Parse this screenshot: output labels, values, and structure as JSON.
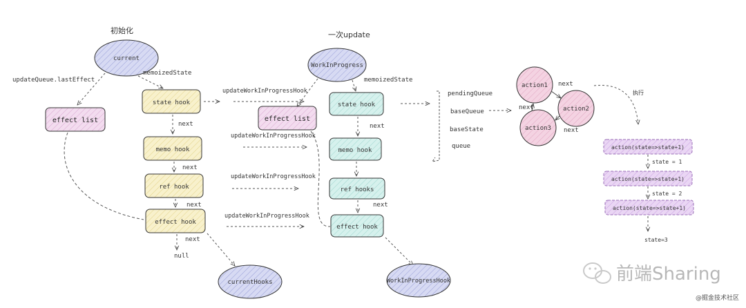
{
  "titles": {
    "init": "初始化",
    "update": "一次update"
  },
  "init": {
    "current": "current",
    "memoized_state": "memoizedState",
    "update_queue": "updateQueue.lastEffect",
    "effect_list": "effect list",
    "hooks": [
      "state hook",
      "memo hook",
      "ref hook",
      "effect hook"
    ],
    "next_labels": [
      "next",
      "next",
      "next",
      "next"
    ],
    "null_label": "null",
    "current_hooks": "currentHooks"
  },
  "update": {
    "wip": "WorkInProgress",
    "memoized_state": "memoizedState",
    "effect_list": "effect list",
    "hooks": [
      "state hook",
      "memo hook",
      "ref hooks",
      "effect hook"
    ],
    "next_labels": [
      "next",
      "next"
    ],
    "update_wip_hook": [
      "updateWorkInProgressHook",
      "updateWorkInProgressHook",
      "updateWorkInProgressHook",
      "updateWorkInProgressHook"
    ],
    "wip_hooks": "WorkInProgressHook"
  },
  "queue": {
    "fields": [
      "pendingQueue",
      "baseQueue",
      "baseState",
      "queue"
    ]
  },
  "actions": {
    "nodes": [
      "action1",
      "action2",
      "action3"
    ],
    "next_labels": [
      "next",
      "next",
      "next"
    ],
    "execute_label": "执行",
    "steps": [
      "action(state=>state+1)",
      "action(state=>state+1)",
      "action(state=>state+1)"
    ],
    "state_labels": [
      "state = 1",
      "state = 2"
    ],
    "final_state": "state=3"
  },
  "watermark": {
    "brand": "前端Sharing",
    "community": "@掘金技术社区"
  },
  "colors": {
    "ellipse_blue": "#c9cdee",
    "effect_pink": "#f0d4ec",
    "hook_yellow": "#f7efc4",
    "hook_cyan": "#cdeee9",
    "action_pink": "#f2c8dc",
    "step_purple": "#e4c8f2",
    "stroke": "#333333"
  }
}
